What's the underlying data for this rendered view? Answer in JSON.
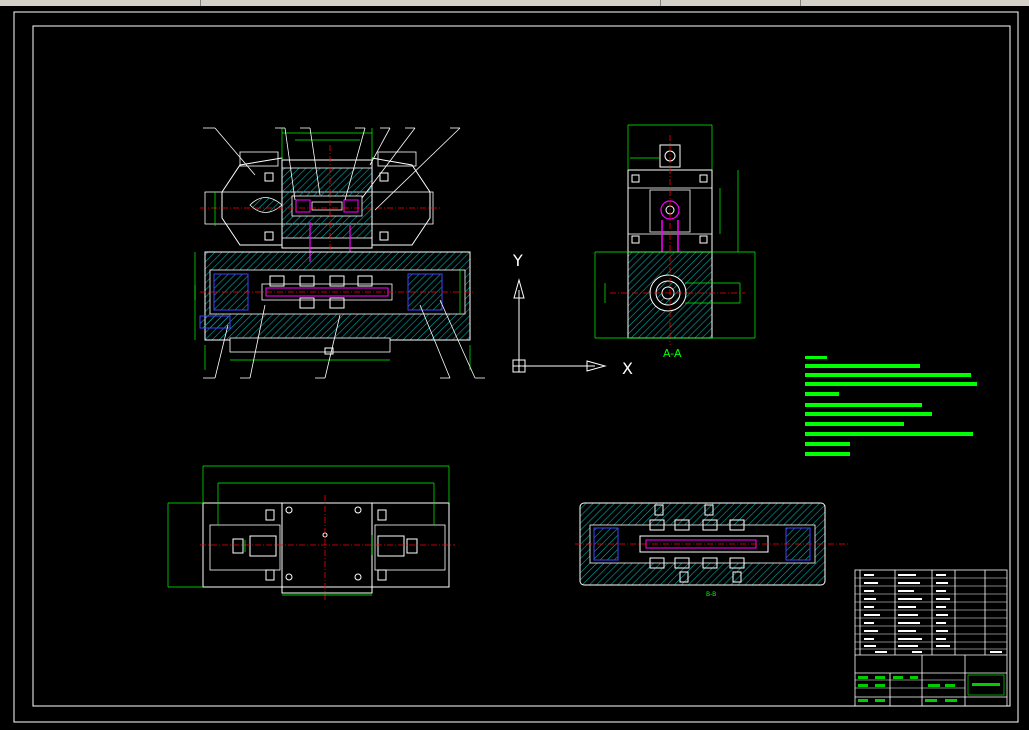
{
  "window": {
    "title_bar_color": "#d4d0c8"
  },
  "drawing": {
    "section_label": "A-A",
    "section_label_2": "B-B",
    "axis_x": "X",
    "axis_y": "Y"
  },
  "colors": {
    "background": "#000000",
    "outline": "#ffffff",
    "dimension": "#00ff00",
    "hatch": "#00b0b0",
    "centerline": "#ff0000",
    "part_magenta": "#ff00ff",
    "part_blue": "#4040ff",
    "notes_bar": "#00ff00"
  }
}
